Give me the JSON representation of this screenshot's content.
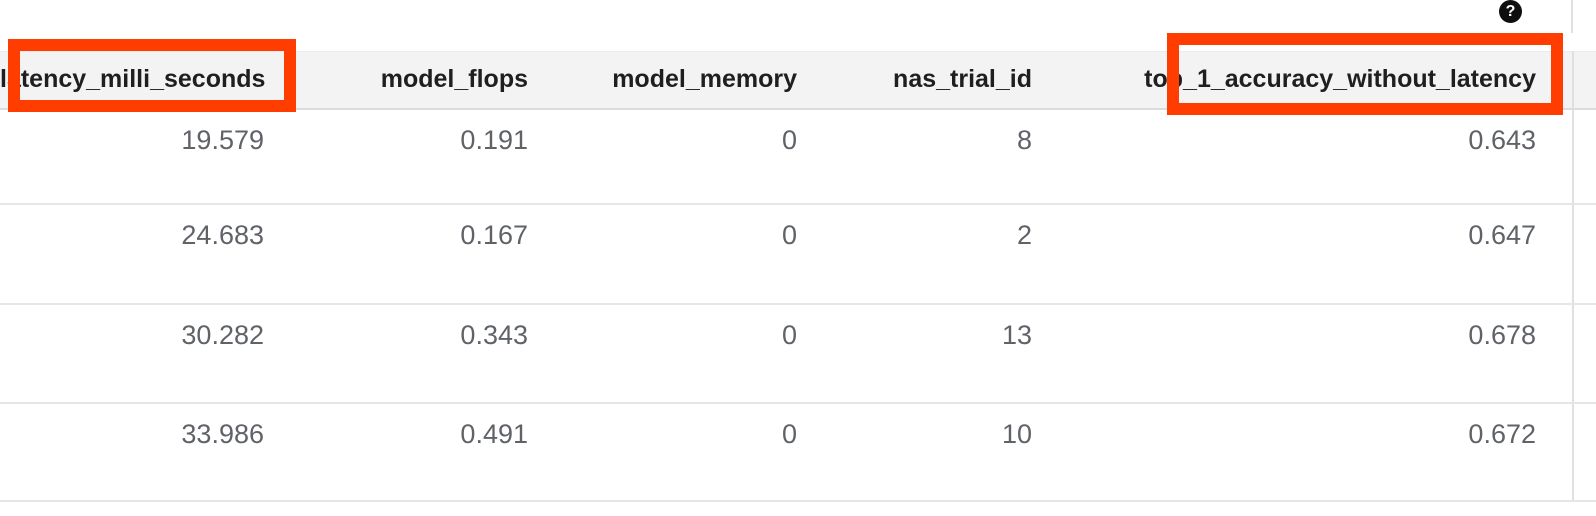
{
  "help_icon": {
    "glyph": "?"
  },
  "table": {
    "columns": [
      "latency_milli_seconds",
      "model_flops",
      "model_memory",
      "nas_trial_id",
      "top_1_accuracy_without_latency"
    ],
    "rows": [
      [
        "19.579",
        "0.191",
        "0",
        "8",
        "0.643"
      ],
      [
        "24.683",
        "0.167",
        "0",
        "2",
        "0.647"
      ],
      [
        "30.282",
        "0.343",
        "0",
        "13",
        "0.678"
      ],
      [
        "33.986",
        "0.491",
        "0",
        "10",
        "0.672"
      ]
    ]
  },
  "annotations": {
    "color": "#ff3d00",
    "highlighted_columns": [
      "latency_milli_seconds",
      "top_1_accuracy_without_latency"
    ]
  },
  "colors": {
    "header_background": "#f3f3f3",
    "header_text": "#1f1f1f",
    "cell_text": "#5f6368",
    "row_border": "#e6e6e6",
    "header_border": "#dcdcdc",
    "help_icon_background": "#0e0e0e"
  }
}
